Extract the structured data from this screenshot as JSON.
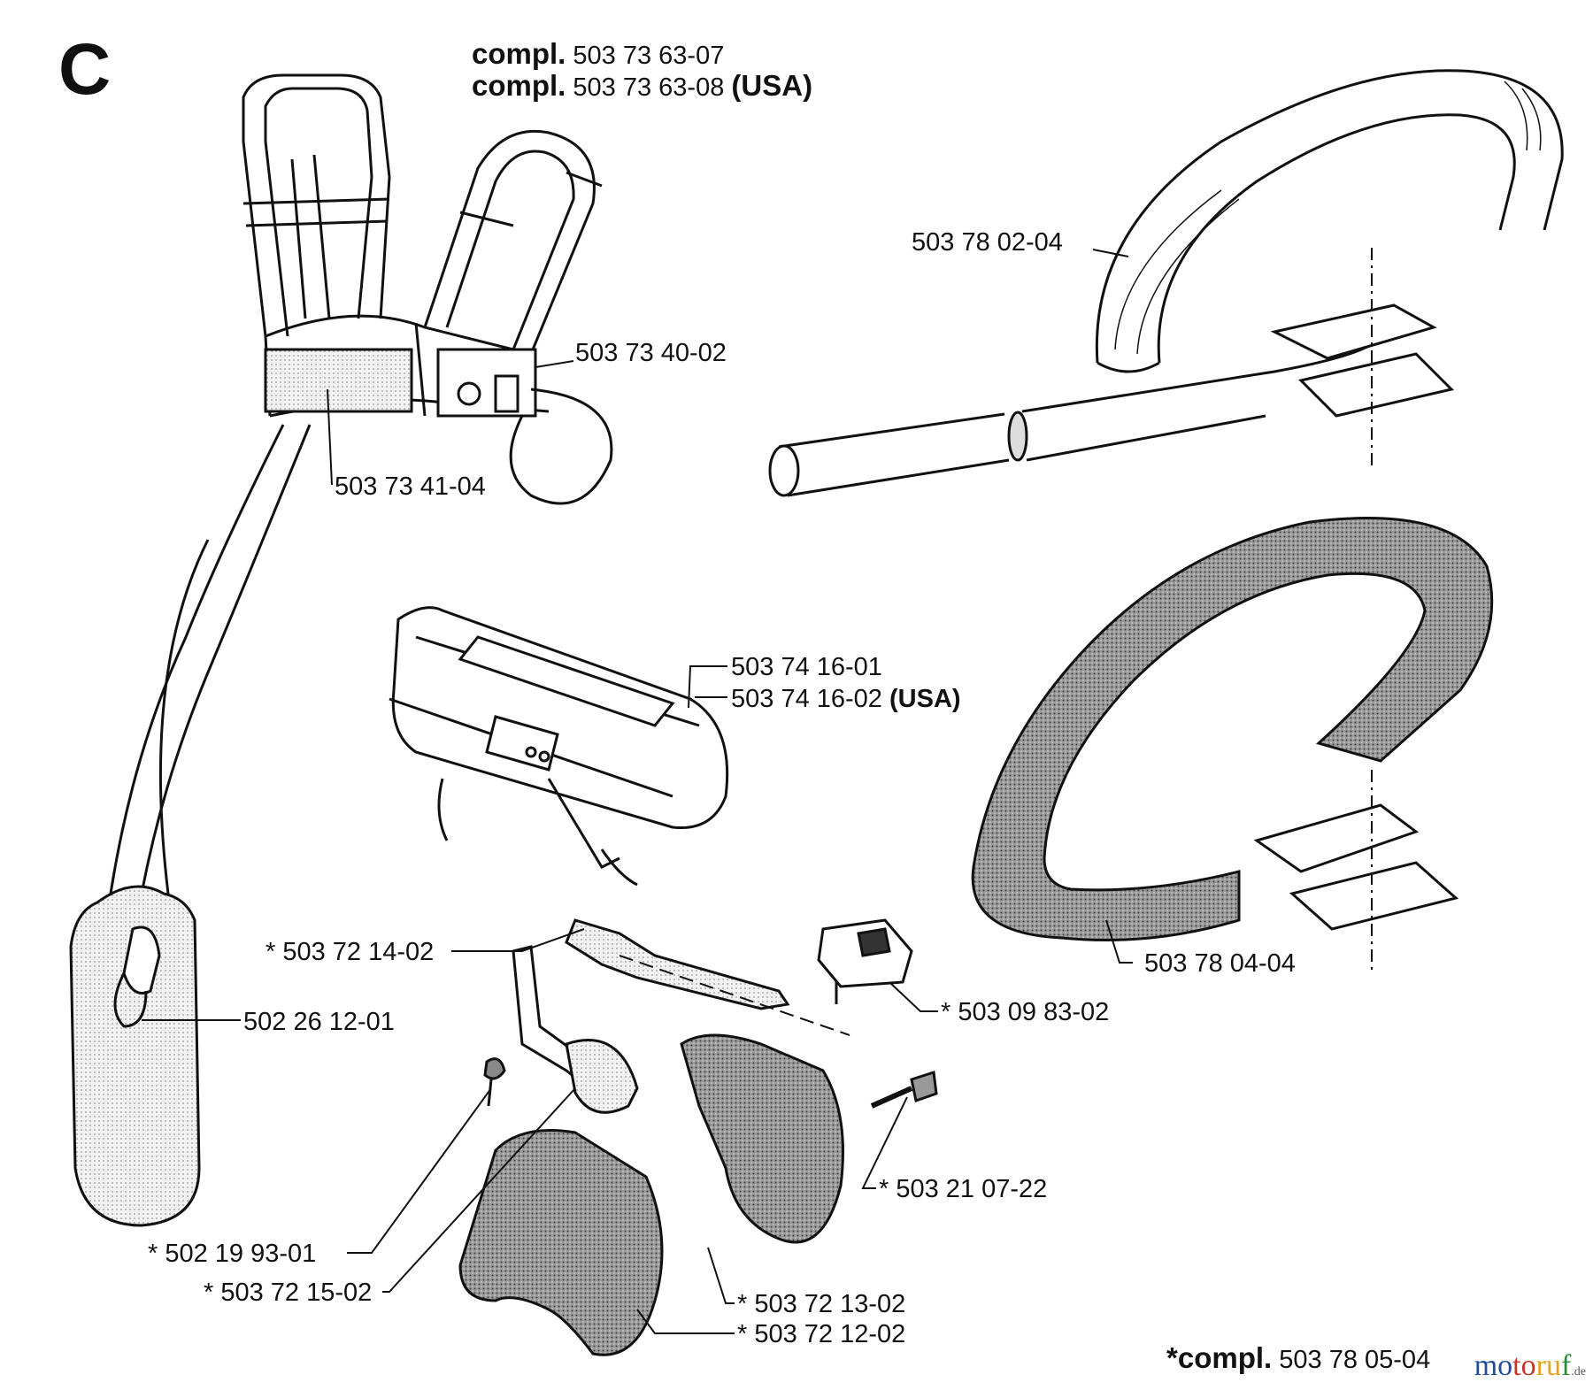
{
  "section_letter": "C",
  "header": {
    "compl_word": "compl.",
    "line1_number": "503 73 63-07",
    "line2_number": "503 73 63-08",
    "line2_suffix": "(USA)"
  },
  "parts": {
    "p_503780204": "503 78 02-04",
    "p_503734002": "503 73 40-02",
    "p_503734104": "503 73 41-04",
    "p_503741601": "503 74 16-01",
    "p_503741602": "503 74 16-02",
    "p_503741602_suffix": "(USA)",
    "p_503721402": "* 503 72 14-02",
    "p_502261201": "502 26 12-01",
    "p_503098302": "* 503 09 83-02",
    "p_503780404": "503 78 04-04",
    "p_503210722": "* 503 21 07-22",
    "p_502199301": "* 502 19 93-01",
    "p_503721502": "* 503 72 15-02",
    "p_503721302": "* 503 72 13-02",
    "p_503721202": "* 503 72 12-02"
  },
  "footer": {
    "compl_word": "*compl.",
    "number": "503 78 05-04"
  },
  "watermark": {
    "a": "mo",
    "b": "to",
    "c": "ru",
    "d": "f",
    "tld": ".de"
  },
  "colors": {
    "ink": "#111111",
    "shade": "#555555",
    "dark_part": "#3a3a3a"
  }
}
